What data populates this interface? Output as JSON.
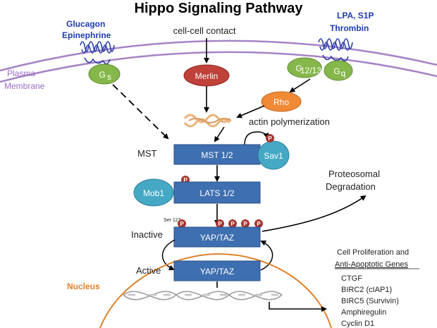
{
  "title": "Hippo Signaling Pathway",
  "membrane": {
    "label_line1": "Plasma",
    "label_line2": "Membrane"
  },
  "ligands_left": {
    "line1": "Glucagon",
    "line2": "Epinephrine"
  },
  "ligands_right": {
    "line1": "LPA, S1P",
    "line2": "Thrombin"
  },
  "signals": {
    "cell_contact": "cell-cell contact",
    "actin": "actin polymerization"
  },
  "nodes": {
    "gs_main": "G",
    "gs_sub": "s",
    "merlin": "Merlin",
    "g1213_main": "G",
    "g1213_sub": "12/13",
    "gq_main": "G",
    "gq_sub": "q",
    "rho": "Rho",
    "mst12": "MST 1/2",
    "sav1": "Sav1",
    "mob1": "Mob1",
    "lats12": "LATS 1/2",
    "yaptaz_inactive": "YAP/TAZ",
    "yaptaz_active": "YAP/TAZ"
  },
  "labels": {
    "mst": "MST",
    "ser127": "Ser 127",
    "inactive": "Inactive",
    "active": "Active",
    "nucleus": "Nucleus",
    "proteosomal_line1": "Proteosomal",
    "proteosomal_line2": "Degradation"
  },
  "phospho": "P",
  "genes": {
    "heading_line1": "Cell Proliferation  and",
    "heading_line2": "Anti-Apoptotic Genes",
    "items": [
      "CTGF",
      "BIRC2 (cIAP1)",
      "BIRC5 (Survivin)",
      "Amphiregulin",
      "Cyclin D1"
    ]
  },
  "colors": {
    "membrane": "#a783c6",
    "receptor": "#2b3fa8",
    "ligand_text": "#1f3bb3",
    "g_protein": "#86b74a",
    "merlin": "#c0403a",
    "rho": "#f08a36",
    "kinase_box": "#3e6fb0",
    "sav_mob": "#45a9c6",
    "phospho": "#a6352f",
    "nucleus": "#e0802a",
    "actin": "#e9b27a"
  }
}
